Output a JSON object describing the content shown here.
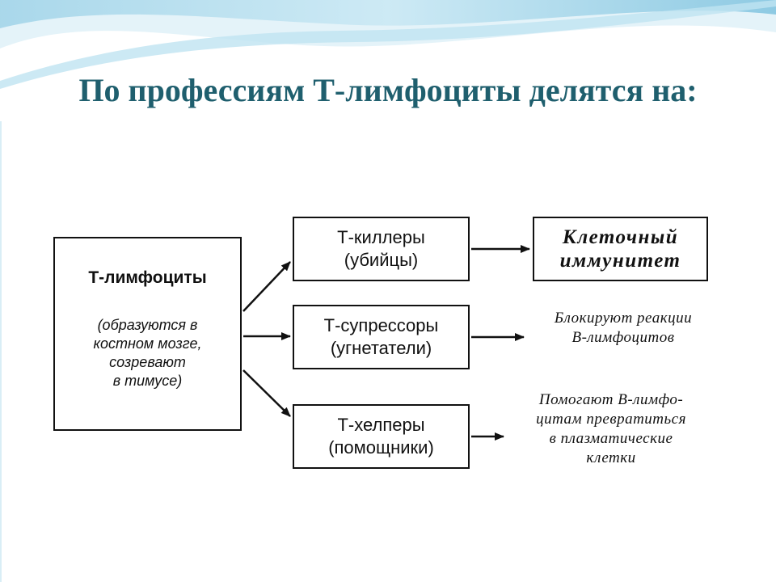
{
  "slide": {
    "title": "По профессиям Т-лимфоциты делятся на:"
  },
  "diagram": {
    "source": {
      "title": "Т-лимфоциты",
      "subtitle_lines": [
        "(образуются в",
        "костном мозге,",
        "созревают",
        "в тимусе)"
      ]
    },
    "types": [
      {
        "id": "killers",
        "lines": [
          "Т-киллеры",
          "(убийцы)"
        ]
      },
      {
        "id": "suppressors",
        "lines": [
          "Т-супрессоры",
          "(угнетатели)"
        ]
      },
      {
        "id": "helpers",
        "lines": [
          "Т-хелперы",
          "(помощники)"
        ]
      }
    ],
    "outcomes": {
      "killers": [
        "Клеточный",
        "иммунитет"
      ],
      "suppressors": [
        "Блокируют реакции",
        "В-лимфоцитов"
      ],
      "helpers": [
        "Помогают В-лимфо-",
        "цитам превратиться",
        "в плазматические",
        "клетки"
      ]
    }
  },
  "colors": {
    "title": "#1f5f6e",
    "wave_light": "#d6edf6",
    "wave_dark": "#8fcbe3"
  }
}
